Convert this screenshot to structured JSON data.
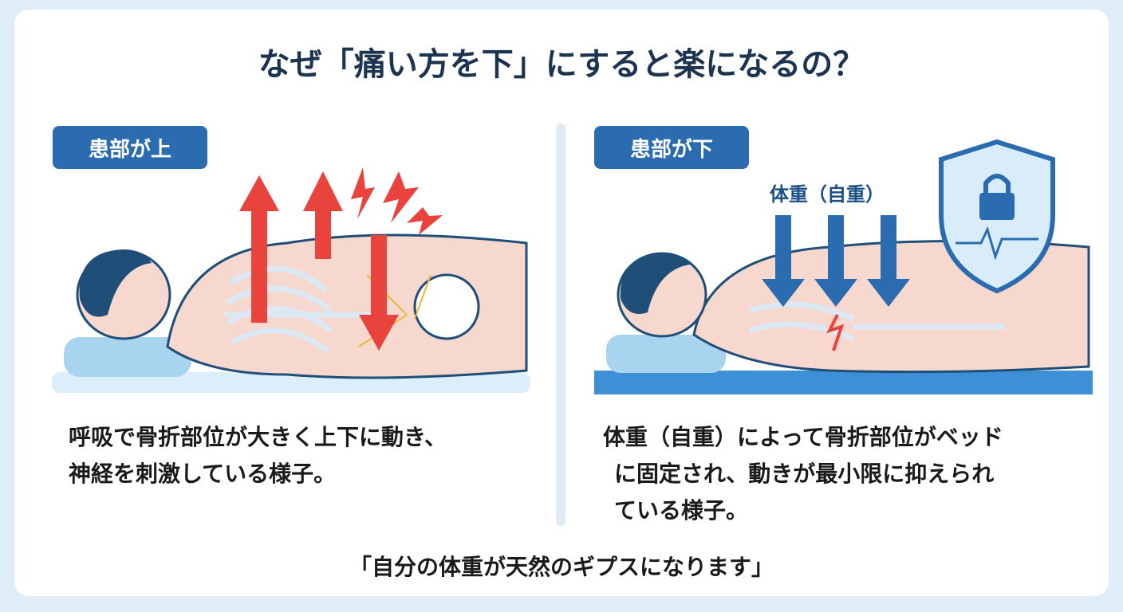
{
  "title": "なぜ「痛い方を下」にすると楽になるの？",
  "left": {
    "badge": "患部が上",
    "caption_lines": [
      "呼吸で骨折部位が大きく上下に動き、",
      "神経を刺激している様子。"
    ]
  },
  "right": {
    "badge": "患部が下",
    "weight_label": "体重（自重）",
    "caption_lines": [
      "体重（自重）によって骨折部位がベッド",
      "に固定され、動きが最小限に抑えられ",
      "ている様子。"
    ]
  },
  "footer_quote": "「自分の体重が天然のギプスになります」",
  "colors": {
    "title": "#1c3450",
    "badge": "#2b6cb0",
    "arrow_red": "#e8433c",
    "arrow_blue": "#2b6cb0"
  }
}
